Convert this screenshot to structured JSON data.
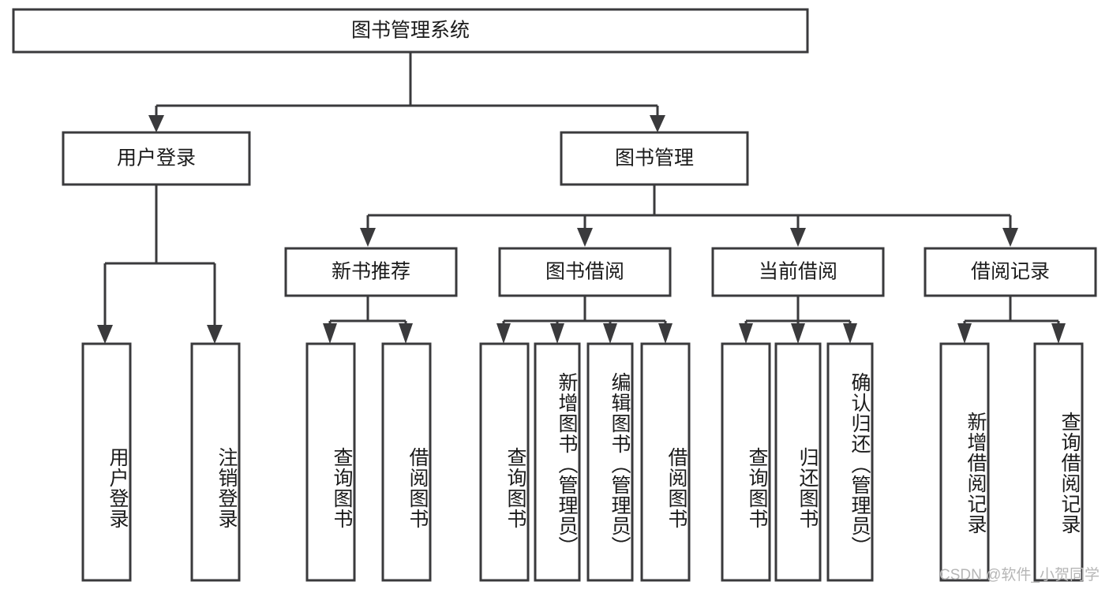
{
  "diagram": {
    "title": "图书管理系统",
    "type": "tree",
    "root": {
      "id": "root",
      "label": "图书管理系统"
    },
    "level2": [
      {
        "id": "user-login",
        "label": "用户登录"
      },
      {
        "id": "book-manage",
        "label": "图书管理"
      }
    ],
    "level3": [
      {
        "id": "new-book-recommend",
        "label": "新书推荐",
        "parent": "book-manage"
      },
      {
        "id": "book-borrow",
        "label": "图书借阅",
        "parent": "book-manage"
      },
      {
        "id": "current-borrow",
        "label": "当前借阅",
        "parent": "book-manage"
      },
      {
        "id": "borrow-record",
        "label": "借阅记录",
        "parent": "book-manage"
      }
    ],
    "leaves": [
      {
        "id": "leaf-user-login",
        "label": "用户登录",
        "parent": "user-login"
      },
      {
        "id": "leaf-logout-login",
        "label": "注销登录",
        "parent": "user-login"
      },
      {
        "id": "leaf-query-book-1",
        "label": "查询图书",
        "parent": "new-book-recommend"
      },
      {
        "id": "leaf-borrow-book-1",
        "label": "借阅图书",
        "parent": "new-book-recommend"
      },
      {
        "id": "leaf-query-book-2",
        "label": "查询图书",
        "parent": "book-borrow"
      },
      {
        "id": "leaf-add-book",
        "label": "新增图书（管理员）",
        "parent": "book-borrow"
      },
      {
        "id": "leaf-edit-book",
        "label": "编辑图书（管理员）",
        "parent": "book-borrow"
      },
      {
        "id": "leaf-borrow-book-2",
        "label": "借阅图书",
        "parent": "book-borrow"
      },
      {
        "id": "leaf-query-book-3",
        "label": "查询图书",
        "parent": "current-borrow"
      },
      {
        "id": "leaf-return-book",
        "label": "归还图书",
        "parent": "current-borrow"
      },
      {
        "id": "leaf-confirm-return",
        "label": "确认归还（管理员）",
        "parent": "current-borrow"
      },
      {
        "id": "leaf-add-record",
        "label": "新增借阅记录",
        "parent": "borrow-record"
      },
      {
        "id": "leaf-query-record",
        "label": "查询借阅记录",
        "parent": "borrow-record"
      }
    ],
    "watermark": "CSDN @软件_小贺同学",
    "colors": {
      "stroke": "#3a3a3c",
      "fill": "#ffffff",
      "text": "#1b1b1b",
      "watermark": "#b6b6b6"
    }
  }
}
